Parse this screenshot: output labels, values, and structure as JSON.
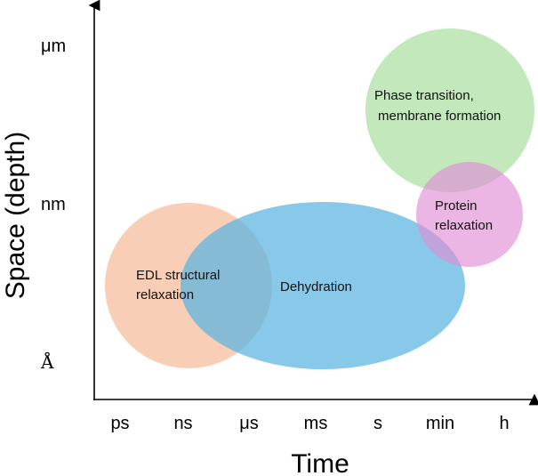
{
  "axes": {
    "x_title": "Time",
    "y_title": "Space (depth)",
    "x_ticks": [
      "ps",
      "ns",
      "μs",
      "ms",
      "s",
      "min",
      "h"
    ],
    "y_ticks": [
      "μm",
      "nm",
      "Å"
    ]
  },
  "regions": {
    "edl": {
      "lines": [
        "EDL structural",
        "relaxation"
      ],
      "color": "#f5b999"
    },
    "dehydration": {
      "lines": [
        "Dehydration"
      ],
      "color": "#5ab4e0"
    },
    "phase": {
      "lines": [
        "Phase transition,",
        "membrane formation"
      ],
      "color": "#a8dea0"
    },
    "protein": {
      "lines": [
        "Protein",
        "relaxation"
      ],
      "color": "#e08fd6"
    }
  },
  "colors": {
    "axis": "#000000"
  }
}
